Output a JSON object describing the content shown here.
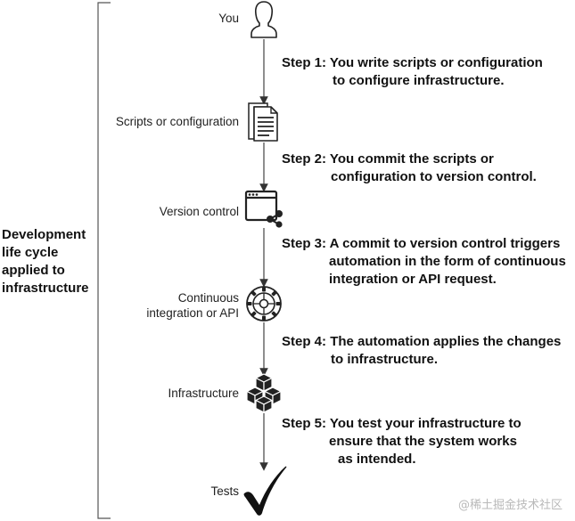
{
  "side_label": "Development life cycle applied to infrastructure",
  "nodes": {
    "you": "You",
    "scripts": "Scripts or configuration",
    "vcs": "Version control",
    "ci_line1": "Continuous",
    "ci_line2": "integration or API",
    "infra": "Infrastructure",
    "tests": "Tests"
  },
  "steps": [
    {
      "head": "Step 1:",
      "l1": "You write scripts or configuration",
      "l2": "to configure infrastructure."
    },
    {
      "head": "Step 2:",
      "l1": "You commit the scripts or",
      "l2": "configuration to version control."
    },
    {
      "head": "Step 3:",
      "l1": "A commit to version control triggers",
      "l2": "automation in the form of continuous",
      "l3": "integration or API request."
    },
    {
      "head": "Step 4:",
      "l1": "The automation applies the changes",
      "l2": "to infrastructure."
    },
    {
      "head": "Step 5:",
      "l1": "You test your infrastructure to",
      "l2": "ensure that the system works",
      "l3": "as intended."
    }
  ],
  "watermark": "@稀土掘金技术社区",
  "colors": {
    "ink": "#111111",
    "line": "#444444",
    "watermark": "#b9b9b9"
  }
}
